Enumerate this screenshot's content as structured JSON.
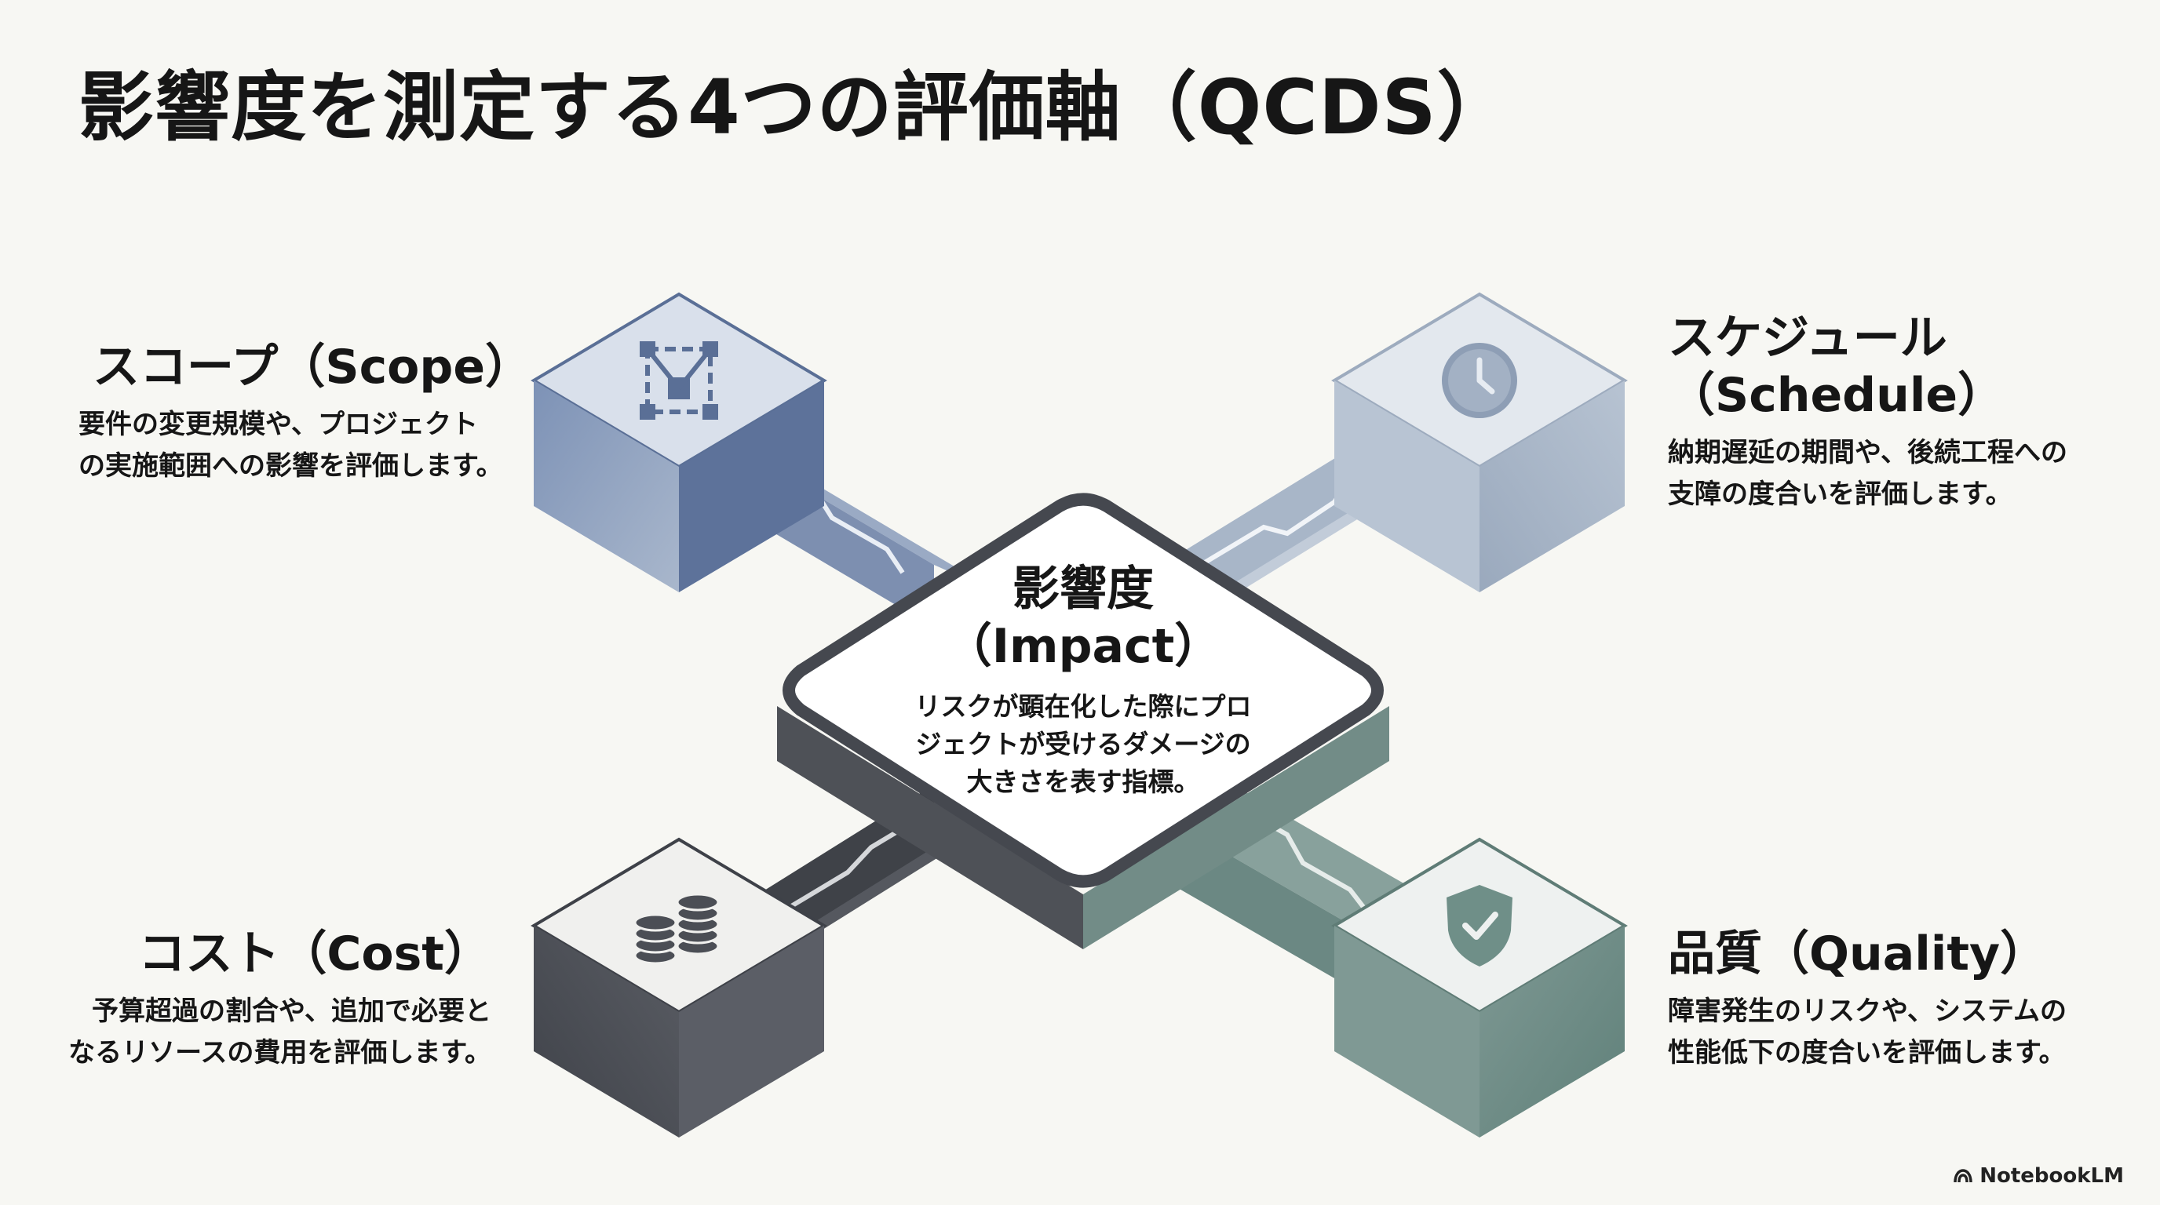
{
  "title": "影響度を測定する4つの評価軸（QCDS）",
  "center": {
    "title_line1": "影響度",
    "title_line2": "（Impact）",
    "desc_line1": "リスクが顕在化した際にプロ",
    "desc_line2": "ジェクトが受けるダメージの",
    "desc_line3": "大きさを表す指標。"
  },
  "axes": {
    "scope": {
      "title": "スコープ（Scope）",
      "desc_line1": "要件の変更規模や、プロジェクト",
      "desc_line2": "の実施範囲への影響を評価します。",
      "icon": "network-icon",
      "color": "#6f86ad"
    },
    "schedule": {
      "title_line1": "スケジュール",
      "title_line2": "（Schedule）",
      "desc_line1": "納期遅延の期間や、後続工程への",
      "desc_line2": "支障の度合いを評価します。",
      "icon": "clock-icon",
      "color": "#a6b6cb"
    },
    "cost": {
      "title": "コスト（Cost）",
      "desc_line1": "予算超過の割合や、追加で必要と",
      "desc_line2": "なるリソースの費用を評価します。",
      "icon": "coins-icon",
      "color": "#4d5059"
    },
    "quality": {
      "title": "品質（Quality）",
      "desc_line1": "障害発生のリスクや、システムの",
      "desc_line2": "性能低下の度合いを評価します。",
      "icon": "shield-check-icon",
      "color": "#6f8f88"
    }
  },
  "brand": "NotebookLM"
}
